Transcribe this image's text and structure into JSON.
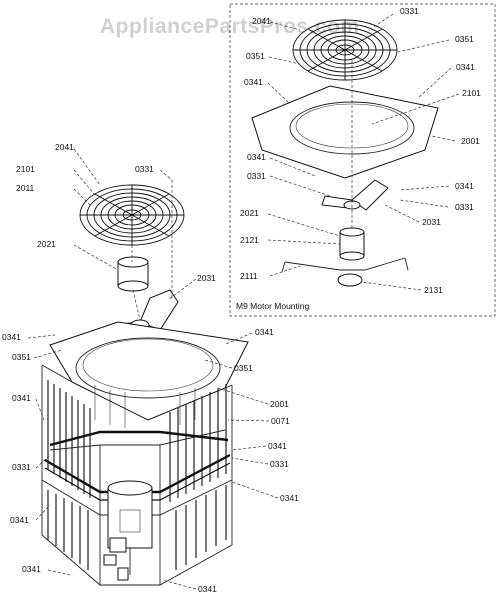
{
  "watermark": "AppliancePartsPros.com",
  "inset_caption": "M9 Motor Mounting",
  "labels": {
    "l2041_inset": "2041",
    "l0331_inset_top": "0331",
    "l0351_inset_left": "0351",
    "l0351_inset_right": "0351",
    "l0341_inset_left": "0341",
    "l0341_inset_right": "0341",
    "l2101_inset": "2101",
    "l2001_inset": "2001",
    "l0341_inset_mid": "0341",
    "l0331_inset_mid": "0331",
    "l0341_inset_mid_right": "0341",
    "l0331_inset_mid_right": "0331",
    "l2031_inset": "2031",
    "l2021_inset": "2021",
    "l2121_inset": "2121",
    "l2111_inset": "2111",
    "l2131_inset": "2131",
    "l2041_main": "2041",
    "l2101_main": "2101",
    "l2011_main": "2011",
    "l0331_main": "0331",
    "l2021_main": "2021",
    "l2031_main": "2031",
    "l0341_main_left": "0341",
    "l0351_main_left": "0351",
    "l0341_main_right": "0341",
    "l0351_main_right": "0351",
    "l2001_main": "2001",
    "l0071_main": "0071",
    "l0341_side_left": "0341",
    "l0341_side_right": "0341",
    "l0331_side_left": "0331",
    "l0331_side_right": "0331",
    "l0341_lower_right": "0341",
    "l0341_lower_left": "0341",
    "l0341_bottom_left": "0341",
    "l0341_bottom_right": "0341"
  }
}
